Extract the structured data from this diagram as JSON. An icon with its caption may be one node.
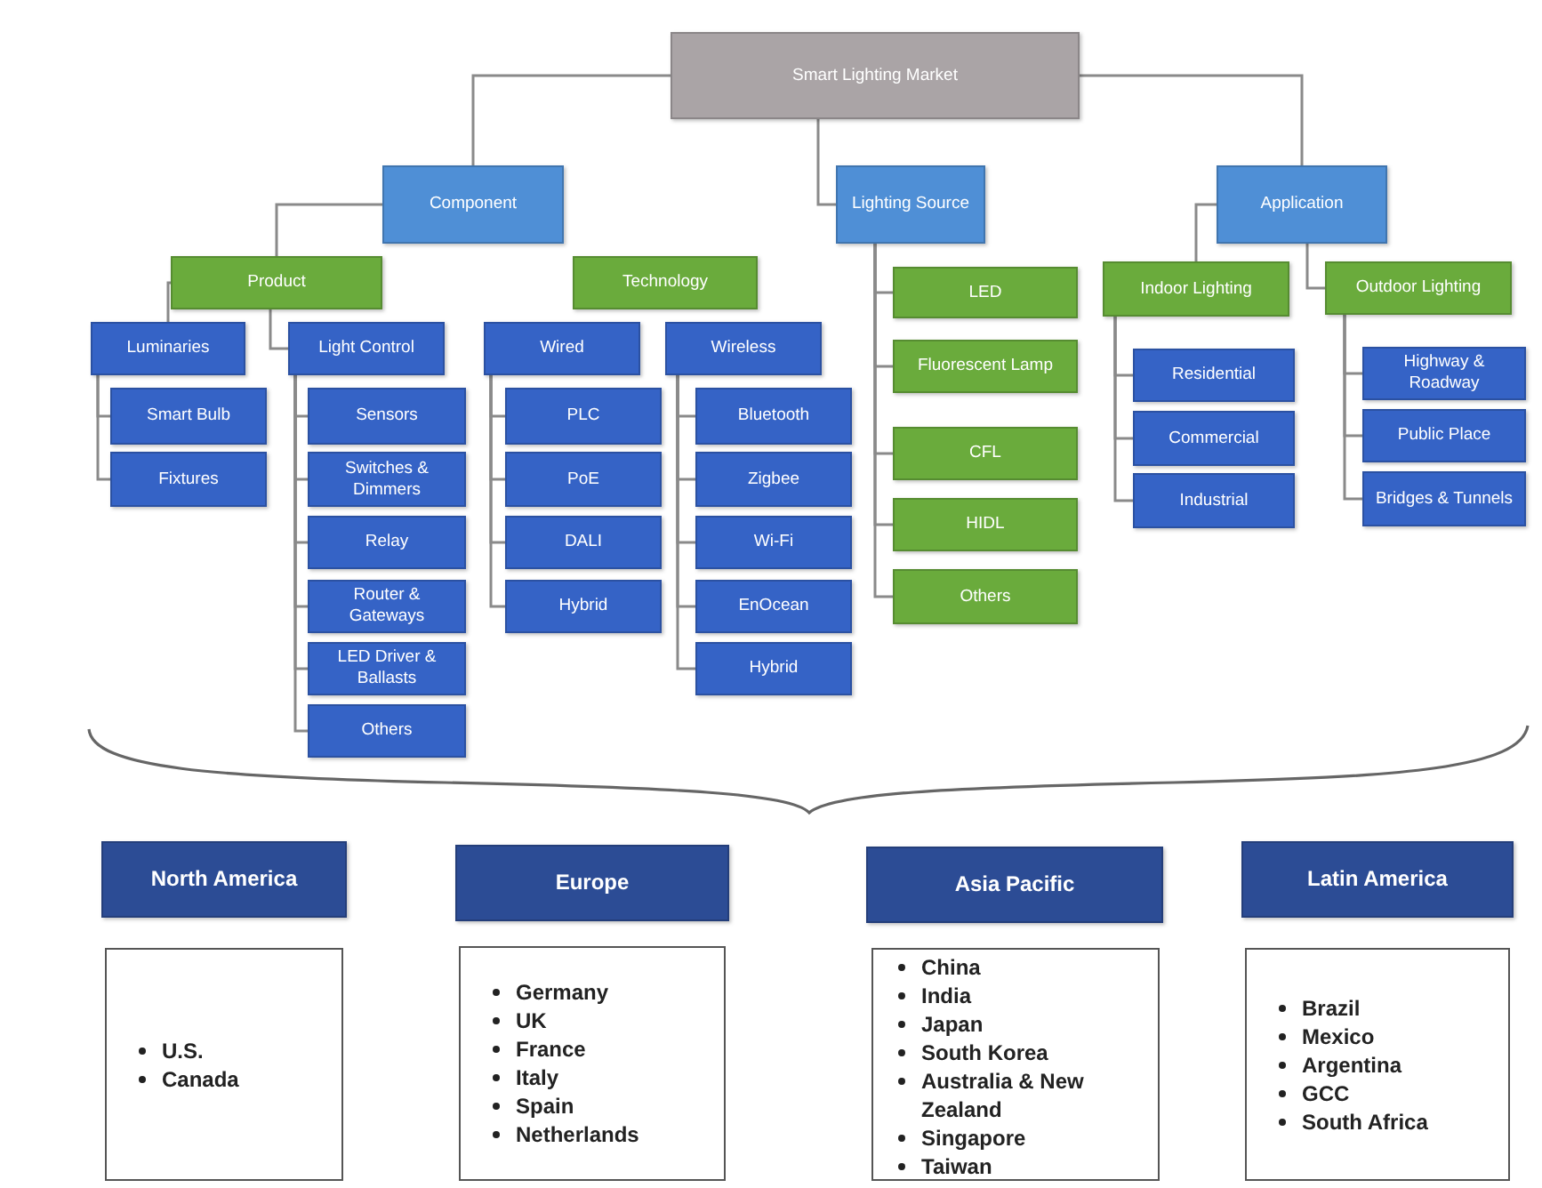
{
  "diagram": {
    "nodes": [
      {
        "text": [
          "Smart Lighting Market"
        ]
      },
      {
        "text": [
          "Component"
        ]
      },
      {
        "text": [
          "Lighting Source"
        ]
      },
      {
        "text": [
          "Application"
        ]
      },
      {
        "text": [
          "Product"
        ]
      },
      {
        "text": [
          "Technology"
        ]
      },
      {
        "text": [
          "Luminaries"
        ]
      },
      {
        "text": [
          "Light Control"
        ]
      },
      {
        "text": [
          "Wired"
        ]
      },
      {
        "text": [
          "Wireless"
        ]
      },
      {
        "text": [
          "Smart Bulb"
        ]
      },
      {
        "text": [
          "Fixtures"
        ]
      },
      {
        "text": [
          "Sensors"
        ]
      },
      {
        "text": [
          "Switches & Dimmers"
        ]
      },
      {
        "text": [
          "Relay"
        ]
      },
      {
        "text": [
          "Router & Gateways"
        ]
      },
      {
        "text": [
          "LED Driver & Ballasts"
        ]
      },
      {
        "text": [
          "Others"
        ]
      },
      {
        "text": [
          "PLC"
        ]
      },
      {
        "text": [
          "PoE"
        ]
      },
      {
        "text": [
          "DALI"
        ]
      },
      {
        "text": [
          "Hybrid"
        ]
      },
      {
        "text": [
          "Bluetooth"
        ]
      },
      {
        "text": [
          "Zigbee"
        ]
      },
      {
        "text": [
          "Wi-Fi"
        ]
      },
      {
        "text": [
          "EnOcean"
        ]
      },
      {
        "text": [
          "Hybrid"
        ]
      },
      {
        "text": [
          "LED"
        ]
      },
      {
        "text": [
          "Fluorescent Lamp"
        ]
      },
      {
        "text": [
          "CFL"
        ]
      },
      {
        "text": [
          "HIDL"
        ]
      },
      {
        "text": [
          "Others"
        ]
      },
      {
        "text": [
          "Indoor Lighting"
        ]
      },
      {
        "text": [
          "Outdoor Lighting"
        ]
      },
      {
        "text": [
          "Residential"
        ]
      },
      {
        "text": [
          "Commercial"
        ]
      },
      {
        "text": [
          "Industrial"
        ]
      },
      {
        "text": [
          "Highway & Roadway"
        ]
      },
      {
        "text": [
          "Public Place"
        ]
      },
      {
        "text": [
          "Bridges & Tunnels"
        ]
      },
      {
        "text": [
          "North America"
        ]
      },
      {
        "text": [
          "U.S.",
          "Canada"
        ]
      },
      {
        "text": [
          "Europe"
        ]
      },
      {
        "text": [
          "Germany",
          "UK",
          "France",
          "Italy",
          "Spain",
          "Netherlands"
        ]
      },
      {
        "text": [
          "Asia Pacific"
        ]
      },
      {
        "text": [
          "China",
          "India",
          "Japan",
          "South Korea",
          "Australia & New Zealand",
          "Singapore",
          "Taiwan"
        ]
      },
      {
        "text": [
          "Latin America"
        ]
      },
      {
        "text": [
          "Brazil",
          "Mexico",
          "Argentina",
          "GCC",
          "South Africa"
        ]
      }
    ],
    "edges": [
      {
        "from": 0,
        "to": 1,
        "arrow": "none"
      },
      {
        "from": 0,
        "to": 2,
        "arrow": "none"
      },
      {
        "from": 0,
        "to": 3,
        "arrow": "none"
      },
      {
        "from": 1,
        "to": 4,
        "arrow": "none"
      },
      {
        "from": 4,
        "to": 6,
        "arrow": "none"
      },
      {
        "from": 4,
        "to": 7,
        "arrow": "none"
      },
      {
        "from": 6,
        "to": 10,
        "arrow": "none"
      },
      {
        "from": 6,
        "to": 11,
        "arrow": "none"
      },
      {
        "from": 7,
        "to": 12,
        "arrow": "none"
      },
      {
        "from": 7,
        "to": 13,
        "arrow": "none"
      },
      {
        "from": 7,
        "to": 14,
        "arrow": "none"
      },
      {
        "from": 7,
        "to": 15,
        "arrow": "none"
      },
      {
        "from": 7,
        "to": 16,
        "arrow": "none"
      },
      {
        "from": 7,
        "to": 17,
        "arrow": "none"
      },
      {
        "from": 8,
        "to": 18,
        "arrow": "none"
      },
      {
        "from": 8,
        "to": 19,
        "arrow": "none"
      },
      {
        "from": 8,
        "to": 20,
        "arrow": "none"
      },
      {
        "from": 8,
        "to": 21,
        "arrow": "none"
      },
      {
        "from": 9,
        "to": 22,
        "arrow": "none"
      },
      {
        "from": 9,
        "to": 23,
        "arrow": "none"
      },
      {
        "from": 9,
        "to": 24,
        "arrow": "none"
      },
      {
        "from": 9,
        "to": 25,
        "arrow": "none"
      },
      {
        "from": 9,
        "to": 26,
        "arrow": "none"
      },
      {
        "from": 2,
        "to": 27,
        "arrow": "none"
      },
      {
        "from": 2,
        "to": 28,
        "arrow": "none"
      },
      {
        "from": 2,
        "to": 29,
        "arrow": "none"
      },
      {
        "from": 2,
        "to": 30,
        "arrow": "none"
      },
      {
        "from": 2,
        "to": 31,
        "arrow": "none"
      },
      {
        "from": 3,
        "to": 32,
        "arrow": "none"
      },
      {
        "from": 3,
        "to": 33,
        "arrow": "none"
      },
      {
        "from": 32,
        "to": 34,
        "arrow": "none"
      },
      {
        "from": 32,
        "to": 35,
        "arrow": "none"
      },
      {
        "from": 32,
        "to": 36,
        "arrow": "none"
      },
      {
        "from": 33,
        "to": 37,
        "arrow": "none"
      },
      {
        "from": 33,
        "to": 38,
        "arrow": "none"
      },
      {
        "from": 33,
        "to": 39,
        "arrow": "none"
      }
    ]
  }
}
